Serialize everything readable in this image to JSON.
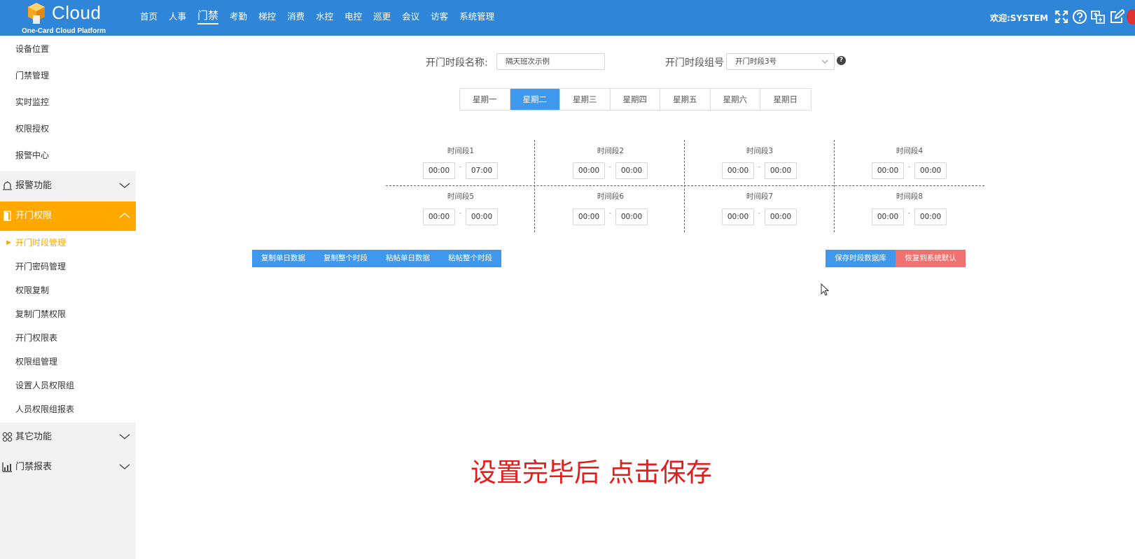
{
  "app": {
    "logo_text": "Cloud",
    "logo_subtitle": "One-Card Cloud Platform",
    "accent_color": "#2f86d9"
  },
  "nav": {
    "items": [
      "首页",
      "人事",
      "门禁",
      "考勤",
      "梯控",
      "消费",
      "水控",
      "电控",
      "巡更",
      "会议",
      "访客",
      "系统管理"
    ],
    "active": "门禁"
  },
  "header_right": {
    "welcome": "欢迎:SYSTEM",
    "icons": [
      "fullscreen-icon",
      "help-circle-icon",
      "language-icon",
      "edit-icon"
    ]
  },
  "sidebar": {
    "top_items": [
      "设备位置",
      "门禁管理",
      "实时监控",
      "权限授权",
      "报警中心"
    ],
    "groups": {
      "alarm": {
        "label": "报警功能",
        "icon": "alarm-bell-icon"
      },
      "door_permission": {
        "label": "开门权限",
        "icon": "door-icon",
        "items": [
          "开门时段管理",
          "开门密码管理",
          "权限复制",
          "复制门禁权限",
          "开门权限表",
          "权限组管理",
          "设置人员权限组",
          "人员权限组报表"
        ],
        "current": "开门时段管理"
      },
      "other": {
        "label": "其它功能",
        "icon": "grid-icon"
      },
      "report": {
        "label": "门禁报表",
        "icon": "chart-icon"
      }
    }
  },
  "form": {
    "name_label": "开门时段名称:",
    "name_value": "隔天班次示例",
    "group_label": "开门时段组号",
    "group_value": "开门时段3号",
    "help_symbol": "?"
  },
  "days": {
    "items": [
      "星期一",
      "星期二",
      "星期三",
      "星期四",
      "星期五",
      "星期六",
      "星期日"
    ],
    "active": "星期二"
  },
  "periods": [
    {
      "title": "时间段1",
      "start": "00:00",
      "end": "07:00"
    },
    {
      "title": "时间段2",
      "start": "00:00",
      "end": "00:00"
    },
    {
      "title": "时间段3",
      "start": "00:00",
      "end": "00:00"
    },
    {
      "title": "时间段4",
      "start": "00:00",
      "end": "00:00"
    },
    {
      "title": "时间段5",
      "start": "00:00",
      "end": "00:00"
    },
    {
      "title": "时间段6",
      "start": "00:00",
      "end": "00:00"
    },
    {
      "title": "时间段7",
      "start": "00:00",
      "end": "00:00"
    },
    {
      "title": "时间段8",
      "start": "00:00",
      "end": "00:00"
    }
  ],
  "period_separator": "-",
  "actions": {
    "copy_day": "复制单日数据",
    "copy_all": "复制整个时段",
    "paste_day": "粘帖单日数据",
    "paste_all": "粘帖整个时段",
    "save": "保存时段数据库",
    "restore": "恢复到系统默认"
  },
  "overlay_message": "设置完毕后 点击保存"
}
